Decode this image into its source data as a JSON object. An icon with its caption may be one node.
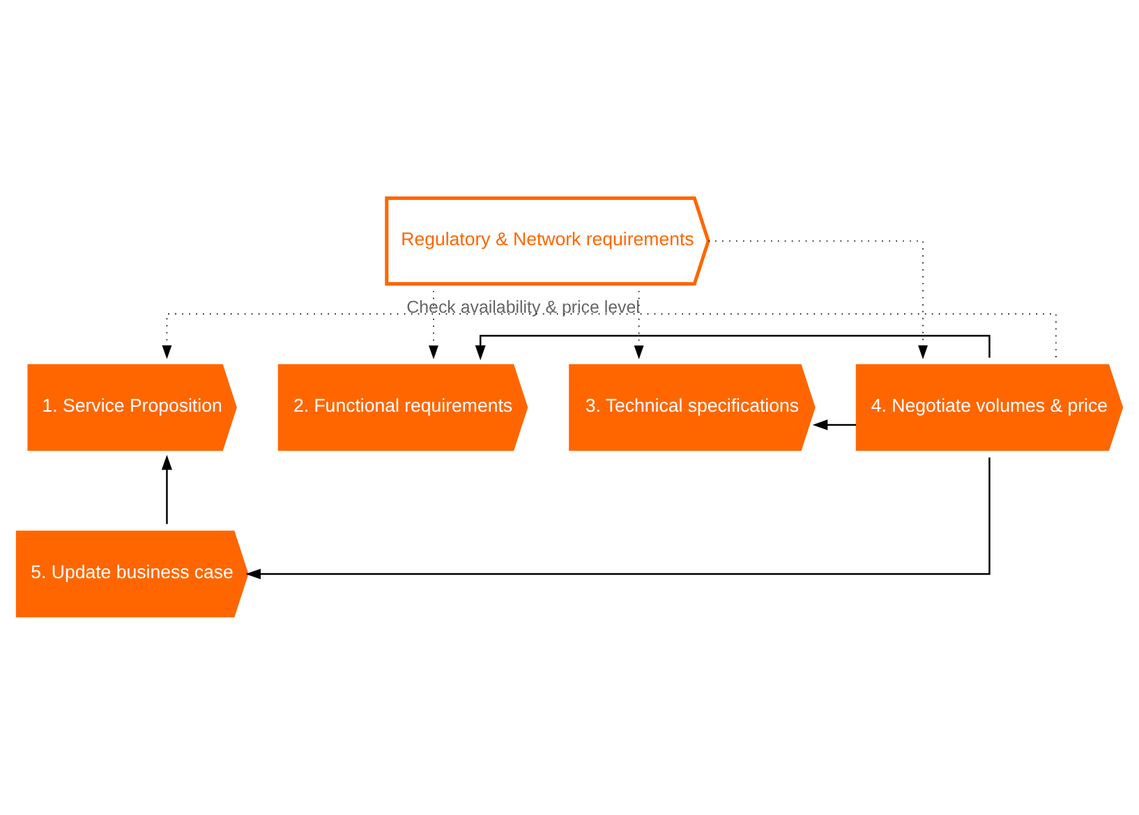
{
  "diagram": {
    "nodes": [
      {
        "text": [
          "Regulatory & Network requirements"
        ]
      },
      {
        "text": [
          "1. Service Proposition"
        ]
      },
      {
        "text": [
          "2. Functional requirements"
        ]
      },
      {
        "text": [
          "3. Technical specifications"
        ]
      },
      {
        "text": [
          "4. Negotiate volumes & price"
        ]
      },
      {
        "text": [
          "5. Update business case"
        ]
      }
    ],
    "edges": [
      {
        "from": 0,
        "to": 2,
        "arrow": "to",
        "style": "dashed"
      },
      {
        "from": 0,
        "to": 3,
        "arrow": "to",
        "style": "dashed",
        "label": "Check availability & price level"
      },
      {
        "from": 0,
        "to": 4,
        "arrow": "to",
        "style": "dashed"
      },
      {
        "from": 4,
        "to": 2,
        "arrow": "to"
      },
      {
        "from": 4,
        "to": 3,
        "arrow": "to"
      },
      {
        "from": 4,
        "to": 1,
        "arrow": "to",
        "style": "dashed"
      },
      {
        "from": 5,
        "to": 1,
        "arrow": "to"
      },
      {
        "from": 4,
        "to": 5,
        "arrow": "to"
      }
    ]
  }
}
